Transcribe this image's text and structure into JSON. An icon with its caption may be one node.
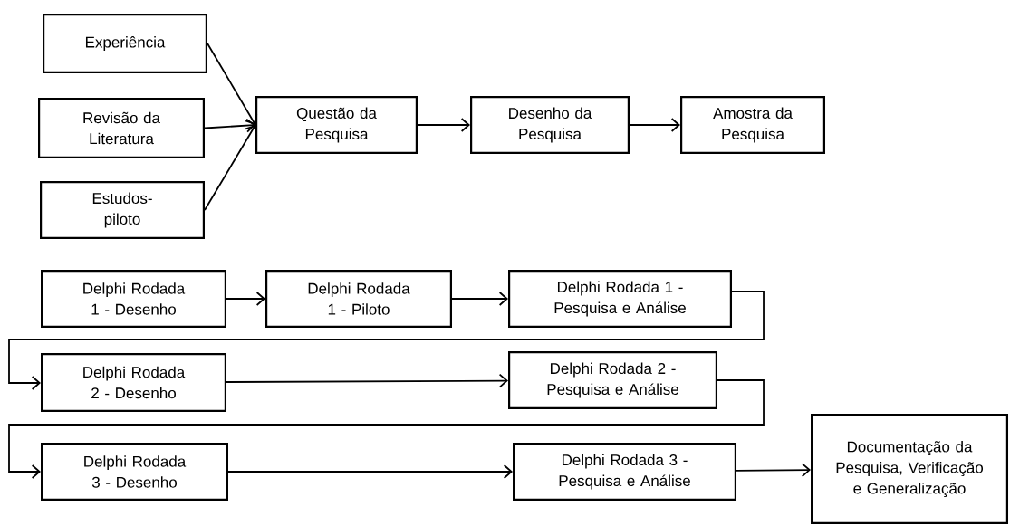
{
  "diagram": {
    "nodes": [
      {
        "text": [
          "Experiência"
        ]
      },
      {
        "text": [
          "Revisão da Literatura"
        ]
      },
      {
        "text": [
          "Estudos-piloto"
        ]
      },
      {
        "text": [
          "Questão da Pesquisa"
        ]
      },
      {
        "text": [
          "Desenho da Pesquisa"
        ]
      },
      {
        "text": [
          "Amostra da Pesquisa"
        ]
      },
      {
        "text": [
          "Delphi Rodada 1 - Desenho"
        ]
      },
      {
        "text": [
          "Delphi Rodada 1 - Piloto"
        ]
      },
      {
        "text": [
          "Delphi Rodada 1 - Pesquisa e Análise"
        ]
      },
      {
        "text": [
          "Delphi Rodada 2 - Desenho"
        ]
      },
      {
        "text": [
          "Delphi Rodada 2 - Pesquisa e Análise"
        ]
      },
      {
        "text": [
          "Delphi Rodada 3 - Desenho"
        ]
      },
      {
        "text": [
          "Delphi Rodada 3 - Pesquisa e Análise"
        ]
      },
      {
        "text": [
          "Documentação da Pesquisa, Verificação e Generalização"
        ]
      }
    ],
    "edges": [
      {
        "from": 0,
        "to": 3,
        "arrow": "to"
      },
      {
        "from": 1,
        "to": 3,
        "arrow": "to"
      },
      {
        "from": 2,
        "to": 3,
        "arrow": "to"
      },
      {
        "from": 3,
        "to": 4,
        "arrow": "to"
      },
      {
        "from": 4,
        "to": 5,
        "arrow": "to"
      },
      {
        "from": 6,
        "to": 7,
        "arrow": "to"
      },
      {
        "from": 7,
        "to": 8,
        "arrow": "to"
      },
      {
        "from": 8,
        "to": 9,
        "arrow": "to"
      },
      {
        "from": 9,
        "to": 10,
        "arrow": "to"
      },
      {
        "from": 10,
        "to": 11,
        "arrow": "to"
      },
      {
        "from": 11,
        "to": 12,
        "arrow": "to"
      },
      {
        "from": 12,
        "to": 13,
        "arrow": "to"
      }
    ]
  }
}
